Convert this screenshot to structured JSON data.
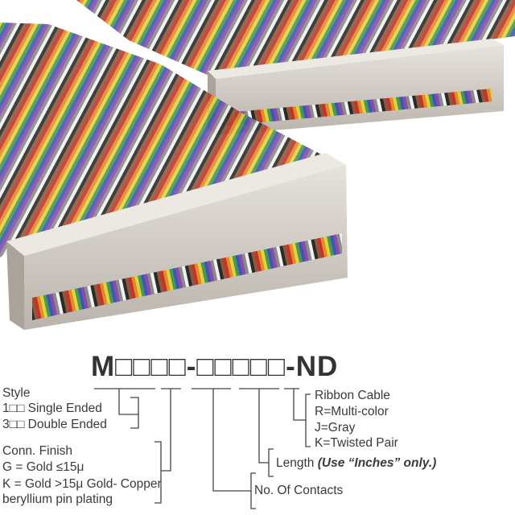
{
  "part_number": "M□□□□-□□□□□-ND",
  "style": {
    "heading": "Style",
    "options": [
      "1□□ Single Ended",
      "3□□ Double Ended"
    ]
  },
  "conn_finish": {
    "heading": "Conn. Finish",
    "options": [
      "G = Gold ≤15μ",
      "K = Gold >15μ Gold- Copper",
      "beryllium pin plating"
    ]
  },
  "contacts": {
    "label": "No. Of Contacts"
  },
  "length": {
    "label": "Length",
    "note": "(Use “Inches” only.)"
  },
  "cable": {
    "heading": "Ribbon Cable",
    "options": [
      "R=Multi-color",
      "J=Gray",
      "K=Twisted Pair"
    ]
  },
  "colors": {
    "text": "#3a3a3a",
    "connector": "#d8d3cc"
  }
}
